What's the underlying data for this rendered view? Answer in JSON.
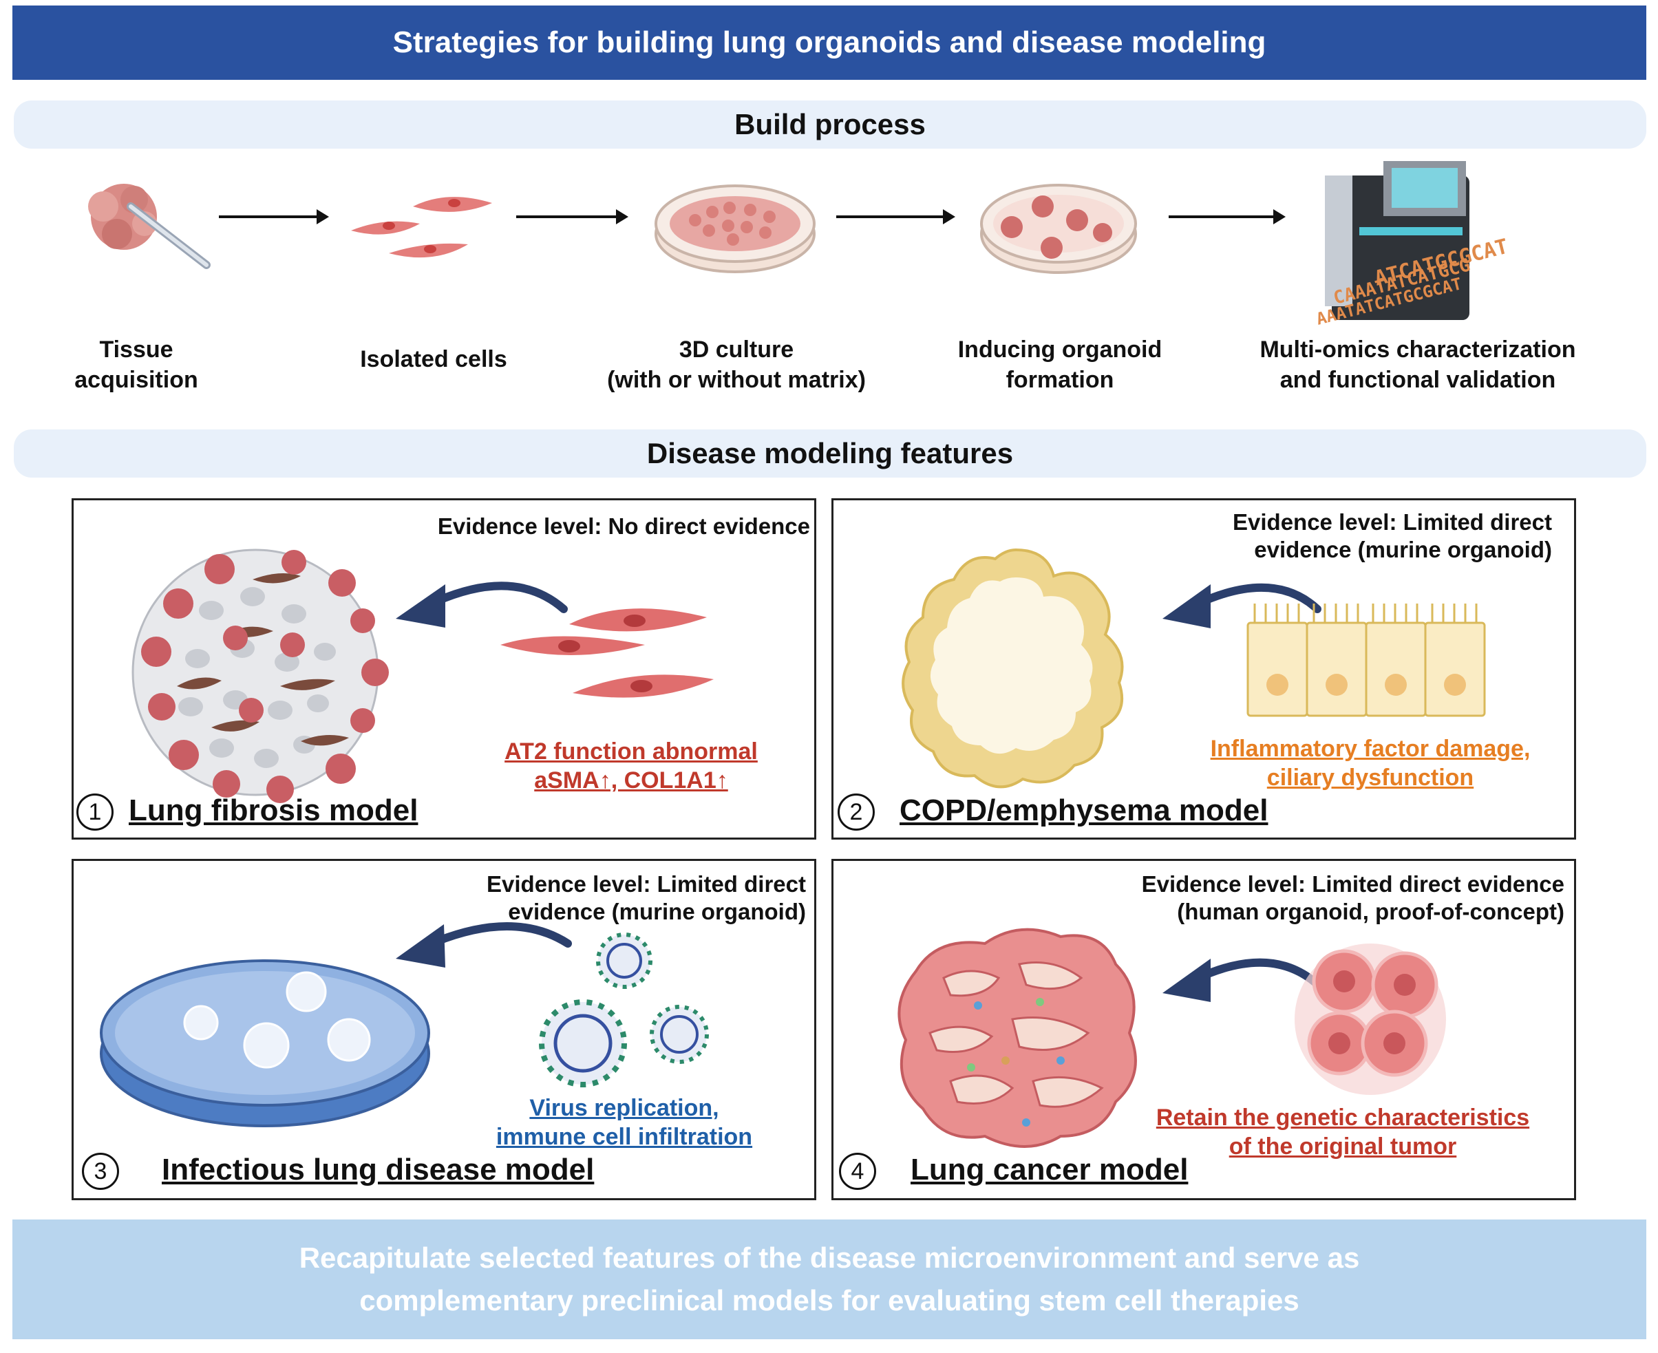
{
  "title": "Strategies for building lung organoids and disease modeling",
  "build_process": {
    "heading": "Build process",
    "steps": [
      {
        "line1": "Tissue",
        "line2": "acquisition"
      },
      {
        "line1": "Isolated cells",
        "line2": ""
      },
      {
        "line1": "3D culture",
        "line2": "(with or without matrix)"
      },
      {
        "line1": "Inducing organoid",
        "line2": "formation"
      },
      {
        "line1": "Multi-omics characterization",
        "line2": "and functional validation"
      }
    ],
    "dna_text": [
      "ATCATGCGCAT",
      "CAAATATCATGCG",
      "AAATATCATGCGCAT"
    ]
  },
  "disease_modeling": {
    "heading": "Disease modeling features",
    "panels": [
      {
        "number": "1",
        "model": "Lung fibrosis model",
        "evidence1": "Evidence level: No direct evidence",
        "evidence2": "",
        "finding1": "AT2 function abnormal",
        "finding2": "aSMA↑, COL1A1↑",
        "finding_color": "#c0392b"
      },
      {
        "number": "2",
        "model": "COPD/emphysema model",
        "evidence1": "Evidence level: Limited direct",
        "evidence2": "evidence (murine organoid)",
        "finding1": "Inflammatory factor damage,",
        "finding2": "ciliary dysfunction",
        "finding_color": "#e67e22"
      },
      {
        "number": "3",
        "model": "Infectious lung disease model",
        "evidence1": "Evidence level: Limited direct",
        "evidence2": "evidence (murine organoid)",
        "finding1": "Virus replication,",
        "finding2": "immune cell infiltration",
        "finding_color": "#1f5fa8"
      },
      {
        "number": "4",
        "model": "Lung cancer model",
        "evidence1": "Evidence level: Limited direct evidence",
        "evidence2": "(human organoid, proof-of-concept)",
        "finding1": "Retain the genetic characteristics",
        "finding2": "of the original tumor",
        "finding_color": "#c0392b"
      }
    ]
  },
  "footer": {
    "line1": "Recapitulate selected features of the disease microenvironment and serve as",
    "line2": "complementary preclinical models for evaluating stem cell therapies"
  },
  "colors": {
    "banner": "#2a52a0",
    "section_bg": "#e8f0fa",
    "footer_bg": "#b8d5ee",
    "arrow": "#2b3f6c"
  }
}
